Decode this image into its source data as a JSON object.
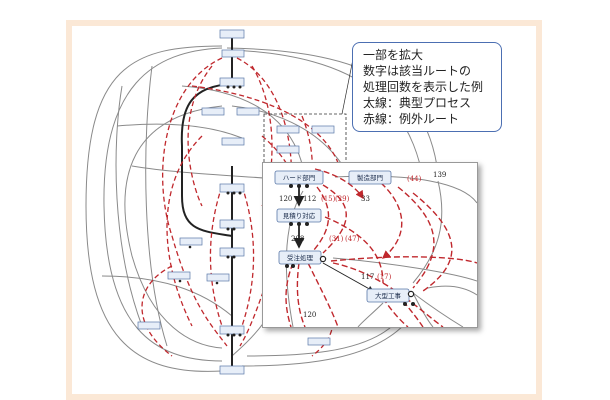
{
  "callout": {
    "line1": "一部を拡大",
    "line2": "数字は該当ルートの",
    "line3": "処理回数を表示した例",
    "line4": "太線：典型プロセス",
    "line5": "赤線：例外ルート"
  },
  "zoom": {
    "node_hard": "ハード部門",
    "node_contract": "製造部門",
    "node_review": "見積り対応",
    "node_center": "受注処理",
    "node_big": "大型工事",
    "lbl_120a": "120",
    "lbl_112": "112",
    "lbl_15": "(15)",
    "lbl_29": "(29)",
    "lbl_33": "33",
    "lbl_44": "(44)",
    "lbl_139": "139",
    "lbl_208": "208",
    "lbl_31": "(31)",
    "lbl_47": "(47)",
    "lbl_117": "117",
    "lbl_17": "(17)",
    "lbl_120b": "120"
  },
  "colors": {
    "frame": "#fbe8d6",
    "callout_border": "#4c6fb2",
    "red_route": "#c0282d",
    "black_route": "#222222",
    "node_fill": "#e7eef8"
  }
}
